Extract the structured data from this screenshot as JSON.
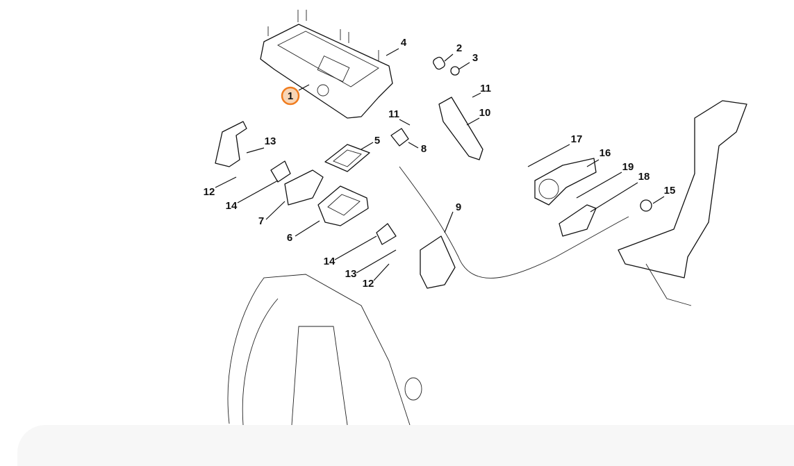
{
  "diagram": {
    "highlighted_part": "1",
    "highlight_color": "#f07c1e",
    "highlight_fill": "#f8d5b5",
    "callouts": [
      "1",
      "2",
      "3",
      "4",
      "5",
      "6",
      "7",
      "8",
      "9",
      "10",
      "11",
      "11",
      "12",
      "12",
      "13",
      "13",
      "14",
      "14",
      "15",
      "16",
      "17",
      "18",
      "19"
    ]
  }
}
